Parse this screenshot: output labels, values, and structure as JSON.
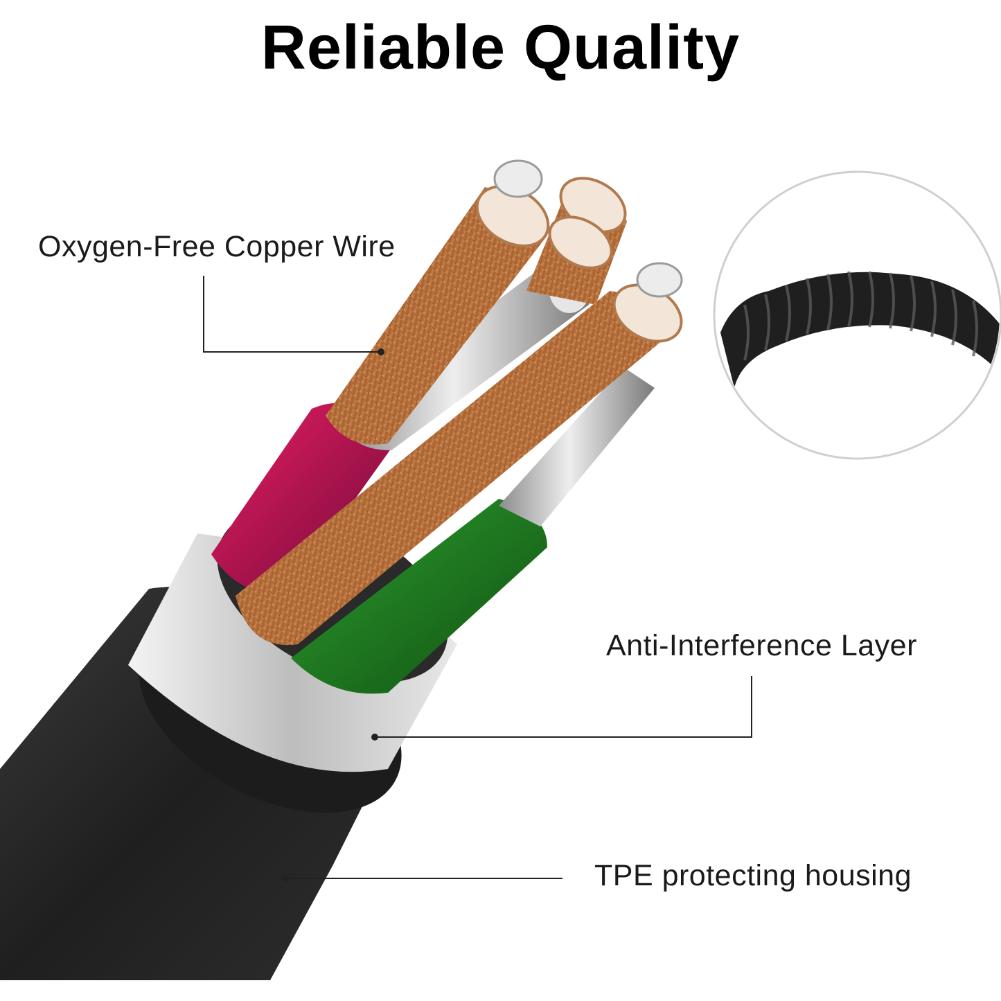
{
  "title": "Reliable Quality",
  "callouts": {
    "copper_wire": "Oxygen-Free Copper Wire",
    "shield_layer": "Anti-Interference Layer",
    "housing": "TPE protecting housing"
  },
  "colors": {
    "background": "#ffffff",
    "text": "#000000",
    "jacket": "#2a2a2a",
    "shield": "#d9d9d9",
    "copper": "#b9743f",
    "red_insulation": "#c2185b",
    "green_insulation": "#1e7a1e"
  }
}
